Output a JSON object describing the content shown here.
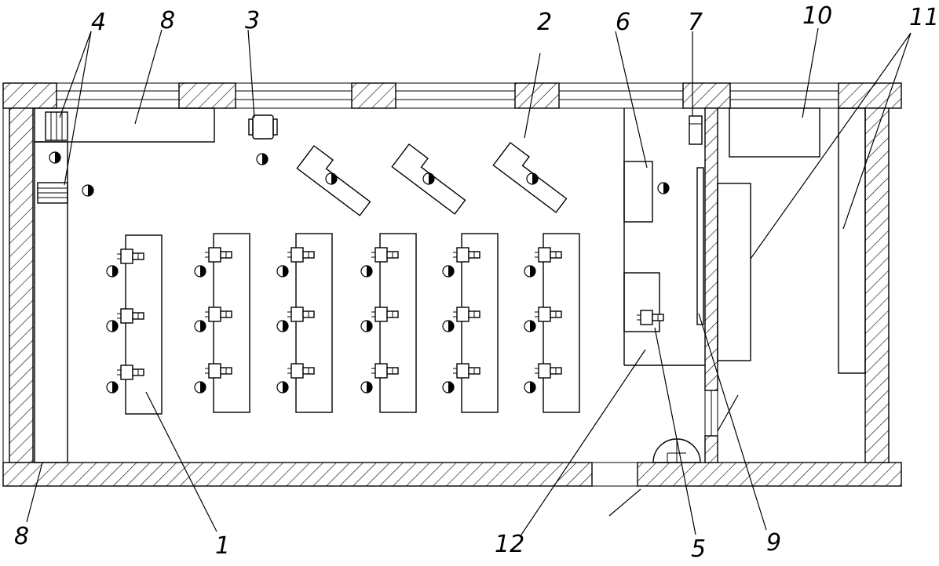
{
  "callouts": {
    "n1": "1",
    "n2": "2",
    "n3": "3",
    "n4": "4",
    "n5": "5",
    "n6": "6",
    "n7": "7",
    "n8_top": "8",
    "n8_bottom": "8",
    "n9": "9",
    "n10": "10",
    "n11": "11",
    "n12": "12"
  },
  "layout_counts": {
    "desk_rows": 6,
    "workstations_per_row": 3,
    "angled_tables": 3
  },
  "icons": {
    "seat": "half-filled-circle-icon",
    "workstation": "computer-monitor-icon",
    "chair": "chair-icon",
    "cabinet": "cabinet-icon",
    "door": "door-swing-icon"
  },
  "colors": {
    "line": "#000000",
    "background": "#ffffff"
  }
}
